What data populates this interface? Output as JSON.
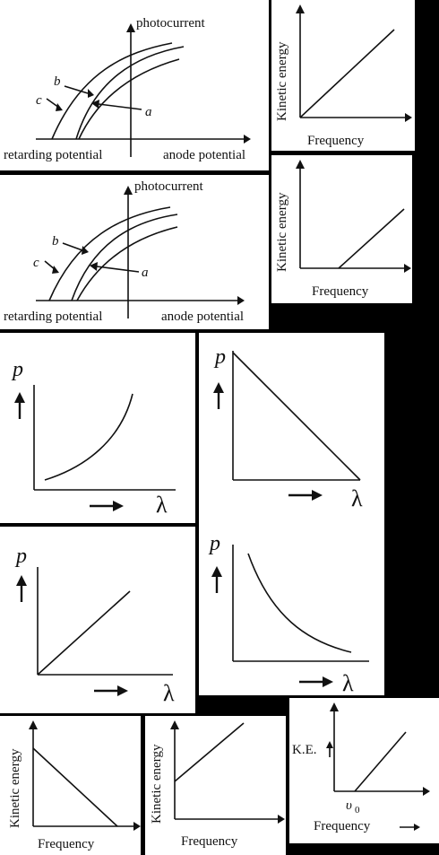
{
  "photo_graphs": [
    {
      "y_label": "photocurrent",
      "x_left_label": "retarding potential",
      "x_right_label": "anode potential",
      "curve_labels": [
        "b",
        "c",
        "a"
      ]
    },
    {
      "y_label": "photocurrent",
      "x_left_label": "retarding potential",
      "x_right_label": "anode potential",
      "curve_labels": [
        "b",
        "c",
        "a"
      ]
    }
  ],
  "ke_graphs_top": [
    {
      "y_label": "Kinetic energy",
      "x_label": "Frequency"
    },
    {
      "y_label": "Kinetic energy",
      "x_label": "Frequency"
    }
  ],
  "p_graphs": [
    {
      "y_label": "p",
      "x_label": "λ",
      "shape": "increasing-curve"
    },
    {
      "y_label": "p",
      "x_label": "λ",
      "shape": "decreasing-line"
    },
    {
      "y_label": "p",
      "x_label": "λ",
      "shape": "increasing-line"
    },
    {
      "y_label": "p",
      "x_label": "λ",
      "shape": "decreasing-curve"
    }
  ],
  "ke_graphs_bottom": [
    {
      "y_label": "Kinetic energy",
      "x_label": "Frequency"
    },
    {
      "y_label": "Kinetic energy",
      "x_label": "Frequency"
    },
    {
      "y_label": "K.E.",
      "x_label": "Frequency",
      "threshold_label": "υ",
      "threshold_sub": "0"
    }
  ]
}
